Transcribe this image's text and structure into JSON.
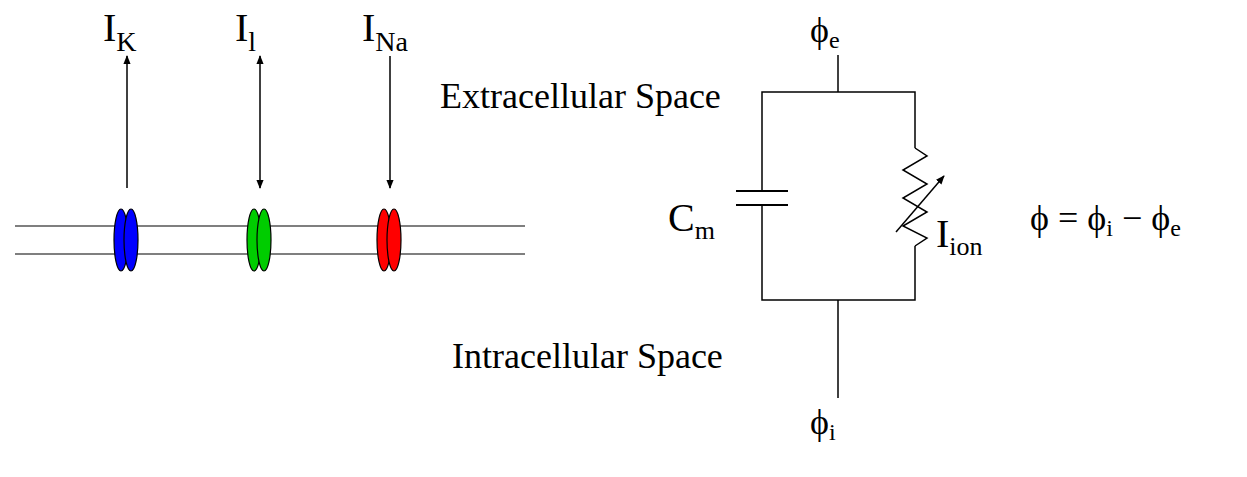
{
  "diagram": {
    "labels": [
      "I",
      "K",
      "I",
      "l",
      "I",
      "Na",
      "ϕ",
      "e",
      "Extracellular Space",
      "C",
      "m",
      "I",
      "ion",
      "ϕ = ϕ",
      "i",
      " − ϕ",
      "e",
      "Intracellular Space",
      "ϕ",
      "i"
    ]
  }
}
